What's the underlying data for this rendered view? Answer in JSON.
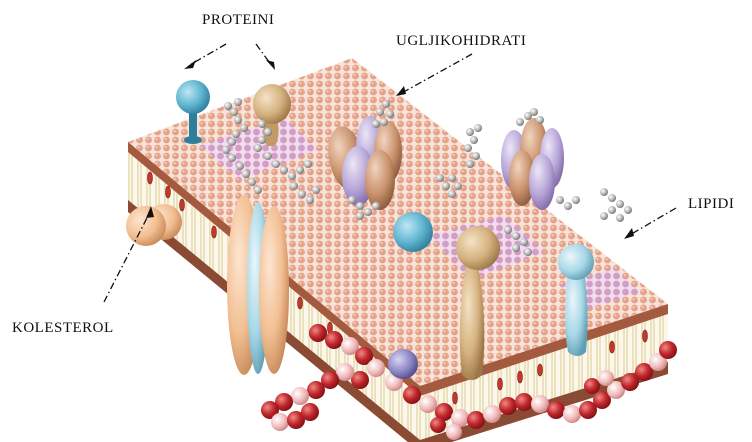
{
  "labels": {
    "proteins": "PROTEINI",
    "carbohydrates": "UGLJIKOHIDRATI",
    "lipids": "LIPIDI",
    "cholesterol": "KOLESTEROL"
  },
  "colors": {
    "phospholipid_head": "#e6a68e",
    "phospholipid_head_dark": "#c9806a",
    "membrane_edge": "#7a3d2a",
    "tail": "#d8c48a",
    "cholesterol_red": "#c0392b",
    "protein_blue": "#5db3cf",
    "protein_tan": "#d9b98a",
    "protein_peach": "#f2c09a",
    "protein_lilac": "#b7a6d6",
    "protein_lightblue": "#a8d8e6",
    "sugar": "#b0b0b0",
    "pink_patch": "#d8a8d0",
    "cytoskeleton_red": "#b51f24",
    "cytoskeleton_pink": "#f0b8b8",
    "violet": "#8c86c4"
  }
}
